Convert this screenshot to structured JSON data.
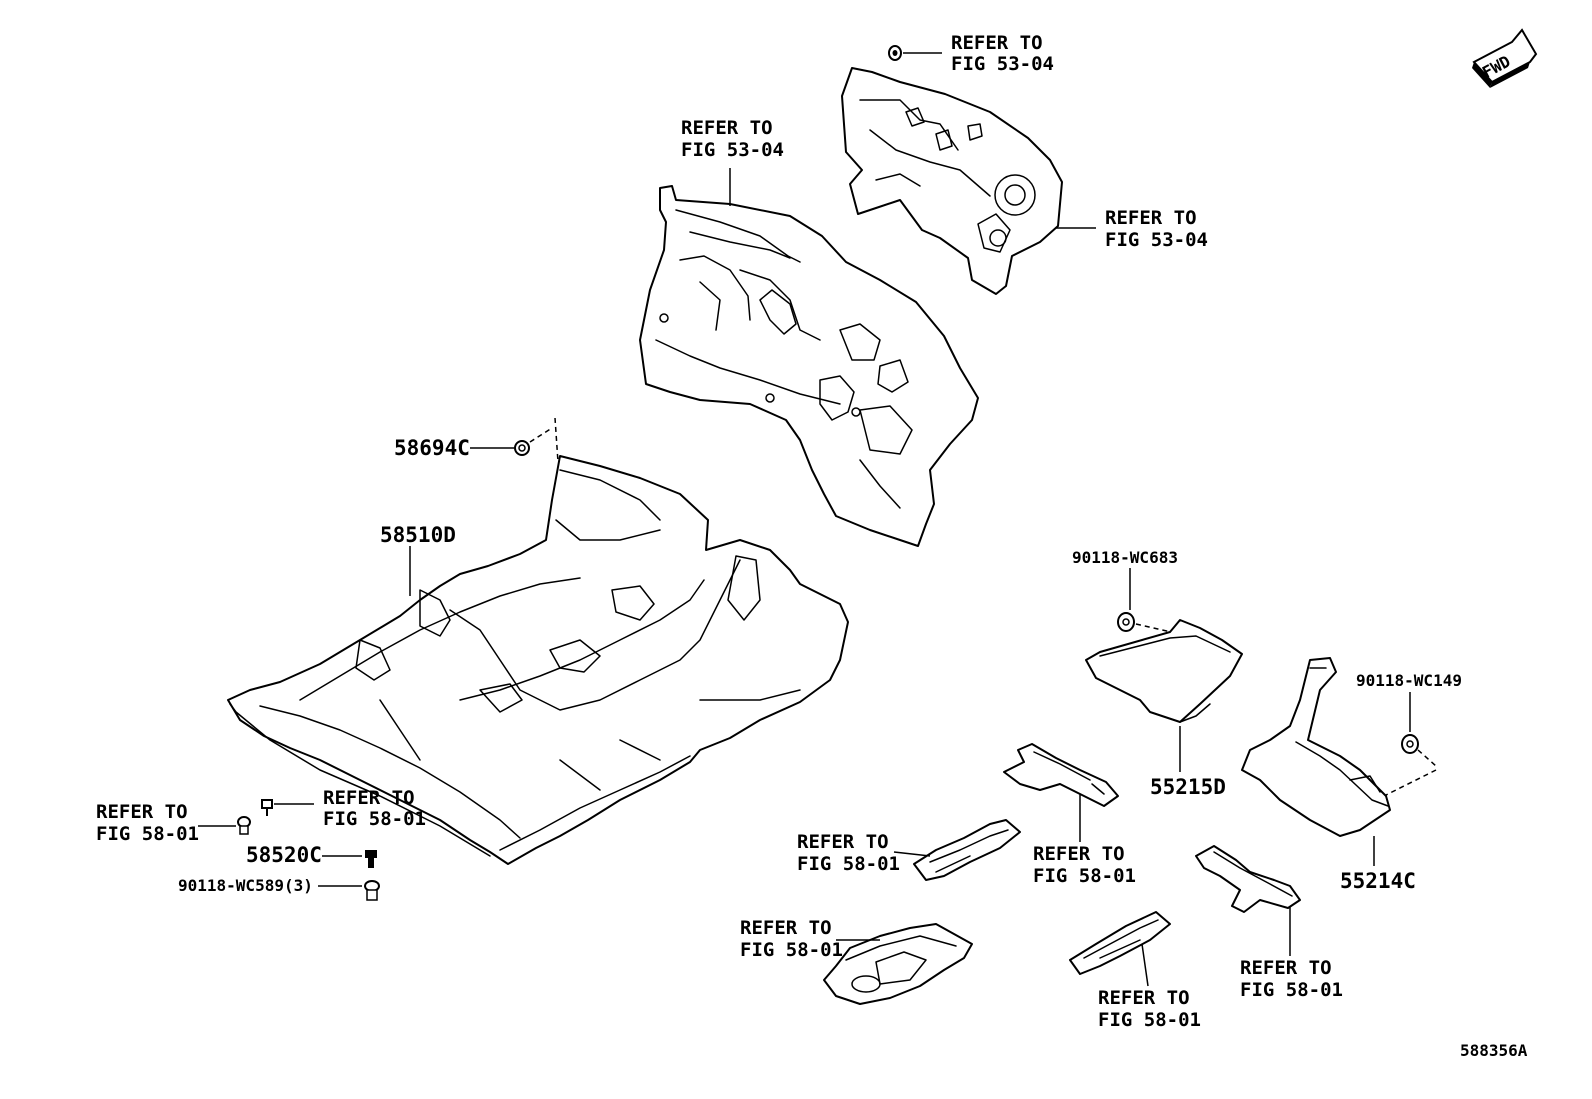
{
  "diagram_id": "588356A",
  "direction_badge": "FWD",
  "colors": {
    "line": "#000000",
    "background": "#ffffff"
  },
  "parts": {
    "p58694C": "58694C",
    "p58510D": "58510D",
    "p58520C": "58520C",
    "p90118_WC589": "90118-WC589(3)",
    "p90118_WC683": "90118-WC683",
    "p55215D": "55215D",
    "p90118_WC149": "90118-WC149",
    "p55214C": "55214C"
  },
  "refs": {
    "top_clip": [
      "REFER TO",
      "FIG 53-04"
    ],
    "dash_insulator": [
      "REFER TO",
      "FIG 53-04"
    ],
    "dash_panel_side": [
      "REFER TO",
      "FIG 53-04"
    ],
    "left_bolt": [
      "REFER TO",
      "FIG 58-01"
    ],
    "left_bolt_2": [
      "REFER TO",
      "FIG 58-01"
    ],
    "plate_a": [
      "REFER TO",
      "FIG 58-01"
    ],
    "plate_b": [
      "REFER TO",
      "FIG 58-01"
    ],
    "plate_c": [
      "REFER TO",
      "FIG 58-01"
    ],
    "plate_d": [
      "REFER TO",
      "FIG 58-01"
    ],
    "plate_e": [
      "REFER TO",
      "FIG 58-01"
    ]
  }
}
